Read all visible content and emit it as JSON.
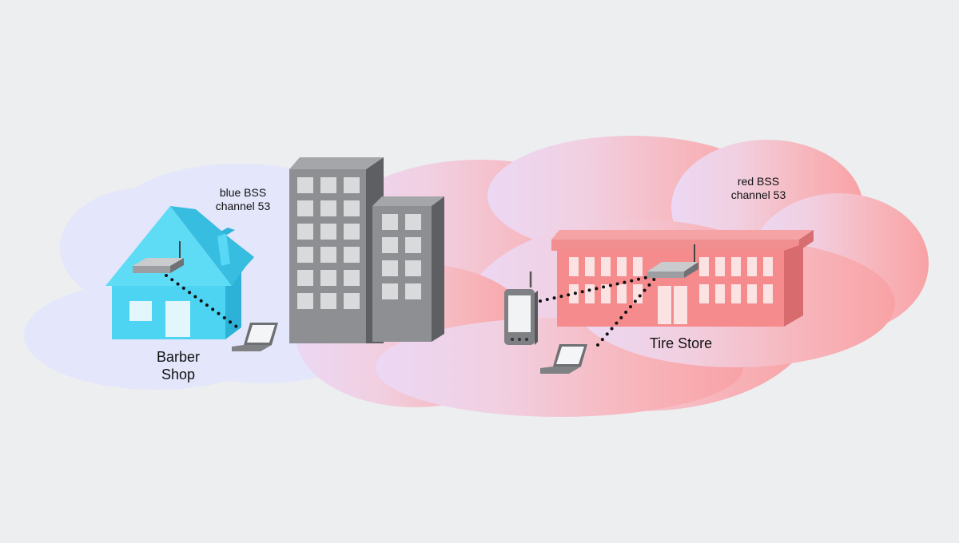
{
  "blue_bss": {
    "label_line1": "blue BSS",
    "label_line2": "channel 53",
    "location_line1": "Barber",
    "location_line2": "Shop"
  },
  "red_bss": {
    "label_line1": "red BSS",
    "label_line2": "channel 53",
    "location": "Tire Store"
  },
  "colors": {
    "background": "#eceef0",
    "blue_cloud": "#e4e6fb",
    "red_cloud": "#f7a8aa",
    "house": "#4dd4f2",
    "tire_store": "#f58b8d",
    "buildings": "#8a8c8f"
  },
  "icons": [
    "house-icon",
    "office-buildings-icon",
    "store-building-icon",
    "access-point-icon",
    "laptop-icon",
    "pda-icon"
  ]
}
